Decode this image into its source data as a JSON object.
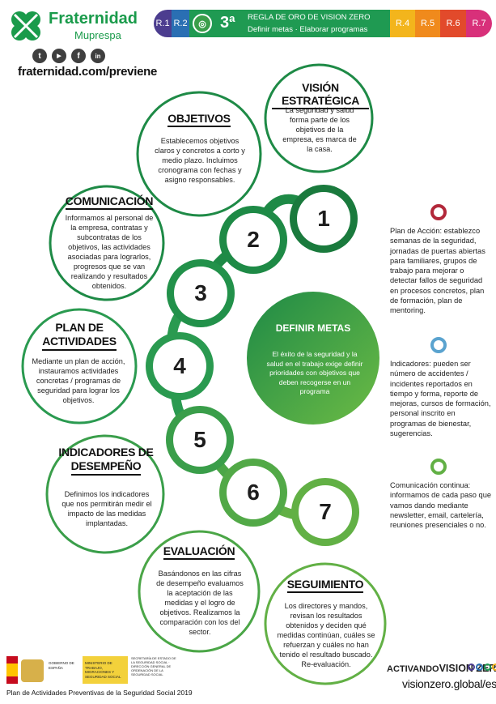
{
  "header": {
    "brand": "Fraternidad",
    "brand_sub": "Muprespa",
    "social": [
      {
        "icon": "twitter-icon",
        "glyph": "t"
      },
      {
        "icon": "youtube-icon",
        "glyph": "▶"
      },
      {
        "icon": "facebook-icon",
        "glyph": "f"
      },
      {
        "icon": "linkedin-icon",
        "glyph": "in"
      }
    ],
    "website": "fraternidad.com/previene",
    "rules_left": [
      "R.1",
      "R.2"
    ],
    "rule_number": "3ª",
    "rule_title": "REGLA DE ORO DE VISION ZERO",
    "rule_subtitle": "Definir metas · Elaborar programas",
    "rules_right": [
      "R.4",
      "R.5",
      "R.6",
      "R.7"
    ],
    "rule_colors": {
      "R.1": "#4c3d8f",
      "R.2": "#2a6fb3",
      "R.3": "#1f9a52",
      "R.4": "#f3b51c",
      "R.5": "#f08a1c",
      "R.6": "#e24a2b",
      "R.7": "#d8307a"
    }
  },
  "colors": {
    "dark_green": "#1e8a46",
    "mid_green": "#2ea357",
    "light_green": "#62b045",
    "gray_text": "#222222"
  },
  "steps": [
    "1",
    "2",
    "3",
    "4",
    "5",
    "6",
    "7"
  ],
  "bubbles": {
    "vision": {
      "title": "VISIÓN ESTRATÉGICA",
      "text": "La seguridad y salud forma parte de los objetivos de la empresa, es  marca de la casa."
    },
    "objetivos": {
      "title": "OBJETIVOS",
      "text": "Establecemos objetivos claros y concretos a corto y medio plazo. Incluimos cronograma con fechas y asigno responsables."
    },
    "comunicacion": {
      "title": "COMUNICACIÓN",
      "text": "Informamos al personal de la empresa, contratas y subcontratas  de los objetivos, las actividades  asociadas para lograrlos, progresos que se van realizando y resultados obtenidos."
    },
    "plan": {
      "title_1": "PLAN DE",
      "title_2": "ACTIVIDADES",
      "text": "Mediante un plan de acción, instauramos actividades concretas / programas de seguridad para lograr los objetivos."
    },
    "indicadores": {
      "title_1": "INDICADORES DE",
      "title_2": "DESEMPEÑO",
      "text": "Definimos los indicadores que nos permitirán medir el impacto de las medidas implantadas."
    },
    "evaluacion": {
      "title": "EVALUACIÓN",
      "text": "Basándonos en las cifras de desempeño evaluamos la aceptación de las medidas y el logro de objetivos. Realizamos la comparación con los del sector."
    },
    "seguimiento": {
      "title": "SEGUIMIENTO",
      "text": "Los directores y mandos, revisan los resultados obtenidos y deciden qué medidas continúan, cuáles se refuerzan y cuáles no han tenido el resultado buscado. Re-evaluación."
    }
  },
  "center": {
    "title": "DEFINIR METAS",
    "text": "El éxito de la seguridad y la salud en el trabajo exige definir prioridades con objetivos que deben recogerse en un programa"
  },
  "side_notes": [
    {
      "color": "#b2283a",
      "text": "Plan de Acción: establezco semanas de la seguridad, jornadas de puertas abiertas para familiares, grupos de trabajo para mejorar o detectar fallos de seguridad en procesos concretos, plan de formación, plan de mentoring."
    },
    {
      "color": "#5aa3cf",
      "text": "Indicadores: pueden ser número de accidentes / incidentes reportados en tiempo y forma, reporte de mejoras, cursos de formación, personal inscrito en programas de bienestar, sugerencias."
    },
    {
      "color": "#62b045",
      "text": "Comunicación continua: informamos de cada paso que vamos dando mediante newsletter, email, cartelería, reuniones presenciales o no."
    }
  ],
  "footer": {
    "gov_1": "GOBIERNO DE ESPAÑA",
    "gov_2": "MINISTERIO DE TRABAJO, MIGRACIONES Y SEGURIDAD SOCIAL",
    "gov_3": "SECRETARÍA DE ESTADO DE LA SEGURIDAD SOCIAL · DIRECCIÓN GENERAL DE ORDENACIÓN DE LA SEGURIDAD SOCIAL",
    "plan": "Plan de Actividades Preventivas de la Seguridad Social 2019",
    "activando": "ACTIVANDO",
    "vision_zero": "VISION ZERO",
    "vz_colors": [
      "#4c3d8f",
      "#2a6fb3",
      "#1f9a52",
      "#f3b51c",
      "#f08a1c",
      "#e24a2b",
      "#d8307a"
    ],
    "vz_url": "visionzero.global/es"
  }
}
